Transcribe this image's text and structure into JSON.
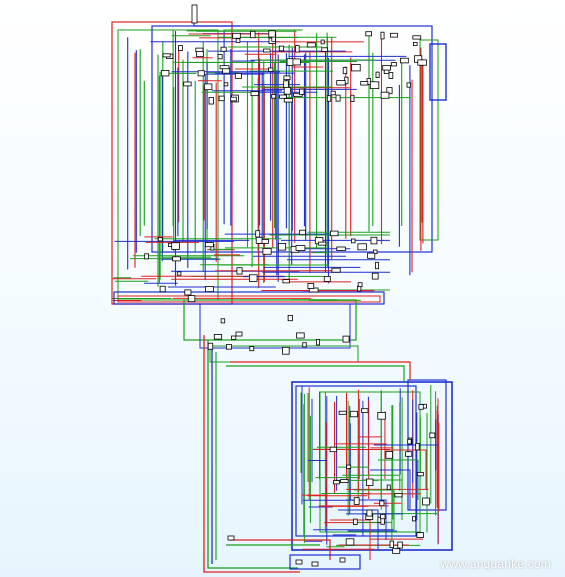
{
  "view": {
    "type": "control-flow-graph",
    "watermark": "www.anquanke.com"
  },
  "colors": {
    "background_top": "#ffffff",
    "background_bottom": "#e6f5fd",
    "edge_true": "#1aa01a",
    "edge_false": "#e02020",
    "edge_unconditional": "#1f2fd0",
    "node_border": "#000000",
    "node_fill": "#ffffff",
    "watermark_text": "#ffffff"
  },
  "icons": [
    "graph-node-block"
  ]
}
